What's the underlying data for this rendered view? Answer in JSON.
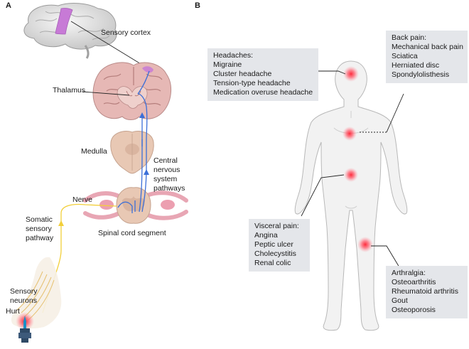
{
  "panel_a": {
    "letter": "A",
    "labels": {
      "sensory_cortex": "Sensory cortex",
      "thalamus": "Thalamus",
      "medulla": "Medulla",
      "cns_line1": "Central",
      "cns_line2": "nervous",
      "cns_line3": "system",
      "cns_line4": "pathways",
      "nerve": "Nerve",
      "somatic_line1": "Somatic",
      "somatic_line2": "sensory",
      "somatic_line3": "pathway",
      "spinal_segment": "Spinal cord segment",
      "sensory_neurons_line1": "Sensory",
      "sensory_neurons_line2": "neurons",
      "hurt": "Hurt"
    }
  },
  "panel_b": {
    "letter": "B",
    "boxes": {
      "headaches": {
        "title": "Headaches:",
        "items": [
          "Migraine",
          "Cluster headache",
          "Tension-type headache",
          "Medication overuse headache"
        ]
      },
      "back_pain": {
        "title": "Back pain:",
        "items": [
          "Mechanical back pain",
          "Sciatica",
          "Herniated disc",
          "Spondylolisthesis"
        ]
      },
      "visceral": {
        "title": "Visceral pain:",
        "items": [
          "Angina",
          "Peptic ulcer",
          "Cholecystitis",
          "Renal colic"
        ]
      },
      "arthralgia": {
        "title": "Arthralgia:",
        "items": [
          "Osteoarthritis",
          "Rheumatoid arthritis",
          "Gout",
          "Osteoporosis"
        ]
      }
    }
  },
  "colors": {
    "pathway_blue": "#3b6fd8",
    "pathway_yellow": "#f2cf3a",
    "pain_red": "#ee3344",
    "cortex_purple": "#c77ad6",
    "box_grey": "#e4e6ea",
    "body_fill": "#f2f2f2"
  }
}
